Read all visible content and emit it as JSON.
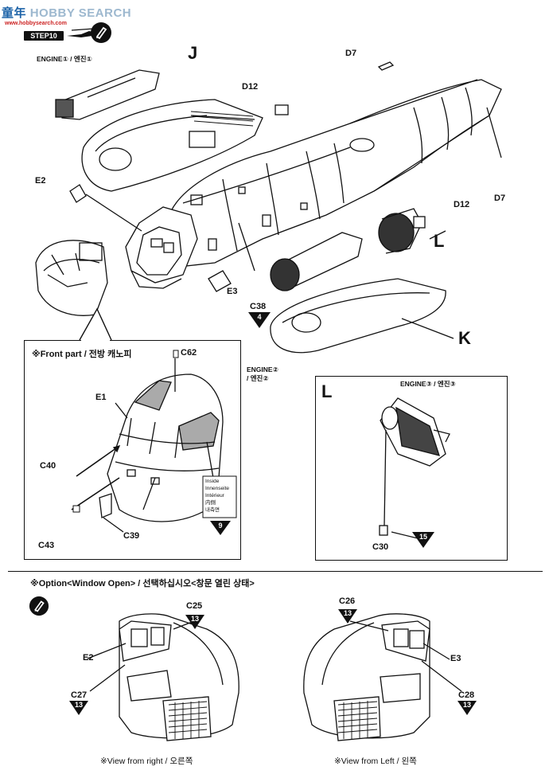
{
  "header": {
    "watermark_cn": "童",
    "watermark_mid": "年",
    "watermark_text": "HOBBY SEARCH",
    "watermark_url": "www.hobbysearch.com",
    "step_label": "STEP10"
  },
  "main": {
    "label_engine1": "ENGINE① / 엔진①",
    "label_J": "J",
    "label_D7_top": "D7",
    "label_D12_top": "D12",
    "label_E2": "E2",
    "label_D7_right": "D7",
    "label_D12_right": "D12",
    "label_L": "L",
    "label_E3": "E3",
    "label_C38": "C38",
    "num_C38": "4",
    "label_K": "K",
    "label_engine2_a": "ENGINE②",
    "label_engine2_b": "/ 엔진②"
  },
  "front_box": {
    "title": "※Front part / 전방 캐노피",
    "label_C62": "C62",
    "label_E1": "E1",
    "label_C40": "C40",
    "label_C43": "C43",
    "label_C39": "C39",
    "inside_lines": [
      "Inside",
      "Innenseite",
      "Intérieur",
      "内側",
      "내측면"
    ],
    "num_9": "9"
  },
  "l_box": {
    "title": "L",
    "label_engine3": "ENGINE③ / 엔진③",
    "label_C30": "C30",
    "num_15": "15"
  },
  "option": {
    "title": "※Option<Window Open> / 선택하십시오<창문 열린 상태>",
    "label_C25": "C25",
    "num_C25": "13",
    "label_E2": "E2",
    "label_C27": "C27",
    "num_C27": "13",
    "label_C26": "C26",
    "num_C26": "13",
    "label_E3": "E3",
    "label_C28": "C28",
    "num_C28": "13",
    "caption_right": "※View from right / 오른쪽",
    "caption_left": "※View from Left / 왼쪽"
  }
}
